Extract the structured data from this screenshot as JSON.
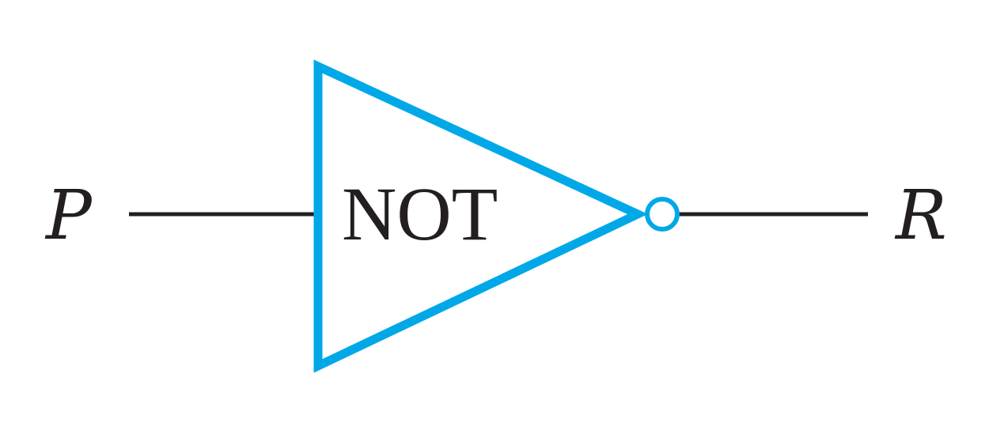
{
  "diagram": {
    "input_label": "P",
    "output_label": "R",
    "gate_label": "NOT"
  },
  "colors": {
    "gate_stroke": "#00a8e8",
    "wire": "#231f20",
    "text": "#231f20"
  }
}
